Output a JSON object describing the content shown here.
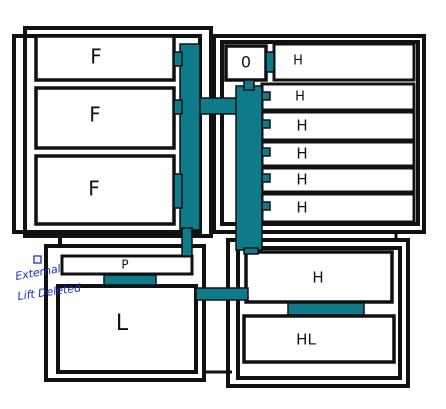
{
  "colors": {
    "stroke": "#111111",
    "duct": "#0f7a8a",
    "annotation": "#1a2fbf",
    "background": "#ffffff"
  },
  "labels": {
    "f1": "F",
    "f2": "F",
    "f3": "F",
    "o": "0",
    "h1": "H",
    "h2": "H",
    "h3": "H",
    "h4": "H",
    "h5": "H",
    "h6": "H",
    "p": "P",
    "l": "L",
    "hl1": "H",
    "hl2": "HL",
    "annotation_line1": "External",
    "annotation_line2": "Lift Deleted"
  }
}
